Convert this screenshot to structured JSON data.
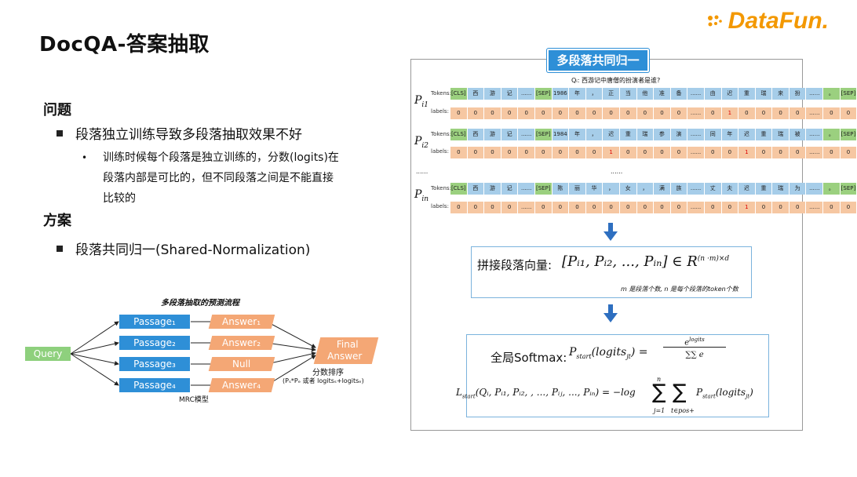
{
  "header": {
    "title": "DocQA-答案抽取",
    "logo": "DataFun."
  },
  "left": {
    "problem_heading": "问题",
    "problem_bullet": "段落独立训练导致多段落抽取效果不好",
    "problem_sub_1": "训练时候每个段落是独立训练的，分数(logits)在",
    "problem_sub_2": "段落内部是可比的，但不同段落之间是不能直接",
    "problem_sub_3": "比较的",
    "solution_heading": "方案",
    "solution_bullet": "段落共同归一(Shared-Normalization)"
  },
  "diagram": {
    "title": "多段落抽取的预测流程",
    "query": "Query",
    "passages": [
      "Passage₁",
      "Passage₂",
      "Passage₃",
      "Passage₄"
    ],
    "answers": [
      "Answer₁",
      "Answer₂",
      "Null",
      "Answer₄"
    ],
    "final_1": "Final",
    "final_2": "Answer",
    "rank_label": "分数排序",
    "rank_formula": "(Pₛ*Pₑ 或者 logitsₛ+logitsₑ)",
    "mrc_label": "MRC模型"
  },
  "panel": {
    "title": "多段落共同归一",
    "question": "Qᵢ: 西游记中唐僧的扮演者是谁?",
    "tokens_label": "Tokens:",
    "labels_label": "labels:",
    "row_labels": [
      "P",
      "P",
      "P"
    ],
    "row_subs": [
      "i1",
      "i2",
      "in"
    ],
    "dots_left": "......",
    "dots_mid": "......",
    "rows": [
      {
        "tokens": [
          "[CLS]",
          "西",
          "游",
          "记",
          "......",
          "[SEP]",
          "1986",
          "年",
          "，",
          "正",
          "当",
          "他",
          "准",
          "备",
          "......",
          "由",
          "迟",
          "重",
          "瑞",
          "来",
          "扮",
          "......",
          "。",
          "[SEP]"
        ],
        "labels": [
          "0",
          "0",
          "0",
          "0",
          "0",
          "0",
          "0",
          "0",
          "0",
          "0",
          "0",
          "0",
          "0",
          "0",
          "......",
          "0",
          "1",
          "0",
          "0",
          "0",
          "0",
          "......",
          "0",
          "0"
        ]
      },
      {
        "tokens": [
          "[CLS]",
          "西",
          "游",
          "记",
          "......",
          "[SEP]",
          "1984",
          "年",
          "，",
          "迟",
          "重",
          "瑞",
          "参",
          "演",
          "......",
          "同",
          "年",
          "迟",
          "重",
          "瑞",
          "被",
          "......",
          "。",
          "[SEP]"
        ],
        "labels": [
          "0",
          "0",
          "0",
          "0",
          "0",
          "0",
          "0",
          "0",
          "0",
          "1",
          "0",
          "0",
          "0",
          "0",
          "......",
          "0",
          "0",
          "1",
          "0",
          "0",
          "0",
          "......",
          "0",
          "0"
        ]
      },
      {
        "tokens": [
          "[CLS]",
          "西",
          "游",
          "记",
          "......",
          "[SEP]",
          "陈",
          "丽",
          "华",
          "，",
          "女",
          "，",
          "满",
          "族",
          "......",
          "丈",
          "夫",
          "迟",
          "重",
          "瑞",
          "为",
          "......",
          "。",
          "[SEP]"
        ],
        "labels": [
          "0",
          "0",
          "0",
          "0",
          "......",
          "0",
          "0",
          "0",
          "0",
          "0",
          "0",
          "0",
          "0",
          "0",
          "......",
          "0",
          "0",
          "1",
          "0",
          "0",
          "0",
          "......",
          "0",
          "0"
        ]
      }
    ],
    "concat_label": "拼接段落向量:",
    "concat_formula": "[Pᵢ₁,  Pᵢ₂, ..., Pᵢₙ] ∈ R",
    "concat_sup": "(n ·m)×d",
    "concat_note": "m 是段落个数, n 是每个段落的token个数",
    "softmax_label": "全局Softmax:",
    "softmax_lhs": "P",
    "softmax_lhs_sub": "start",
    "softmax_lhs_arg": "(logits",
    "softmax_lhs_arg_sub": "jt",
    "softmax_num": "e",
    "softmax_num_sup": "logits",
    "softmax_den": "∑∑ e",
    "loss_formula": "L",
    "loss_sub": "start",
    "loss_args": "(Qᵢ, Pᵢ₁, Pᵢ₂, , ..., Pᵢⱼ, ..., Pᵢₙ) = −log",
    "loss_rhs": "P",
    "loss_rhs_sub": "start",
    "loss_rhs_arg": "(logits",
    "loss_rhs_arg_sub": "jt",
    "loss_sum1_top": "n",
    "loss_sum1_bot": "j=1",
    "loss_sum2_bot": "t∈pos+"
  },
  "colors": {
    "accent": "#2e8fd7",
    "answer": "#f4a775",
    "query": "#8ed07d",
    "logo": "#f39800"
  }
}
